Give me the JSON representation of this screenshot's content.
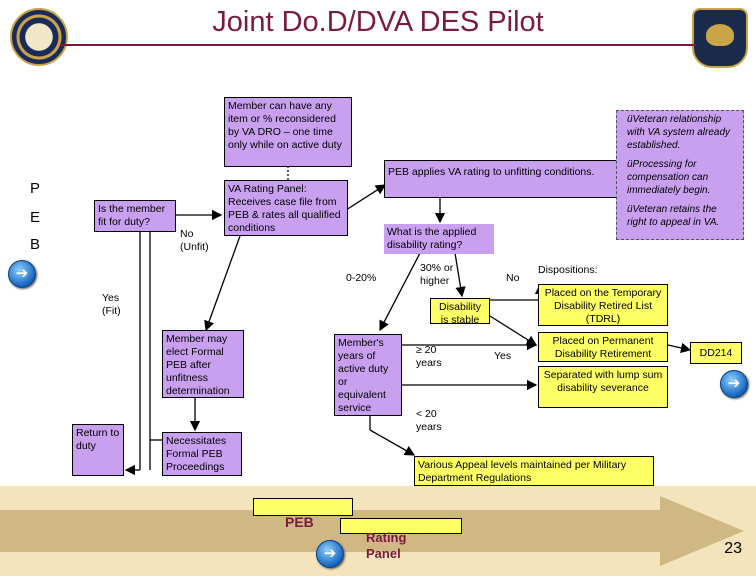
{
  "title": "Joint Do.D/DVA DES Pilot",
  "peb_letters": [
    "P",
    "E",
    "B"
  ],
  "boxes": {
    "reconsider": "Member can have any item or % reconsidered by VA DRO – one time only while on active duty",
    "rating_panel": "VA Rating Panel: Receives case file from PEB & rates all qualified conditions",
    "peb_applies": "PEB applies VA rating to unfitting conditions.",
    "what_rating": "What is the applied disability rating?",
    "is_member_fit": "Is the member fit for duty?",
    "elect_formal": "Member may elect Formal PEB after unfitness determination",
    "necessitates": "Necessitates Formal PEB Proceedings",
    "return_duty": "Return to duty",
    "years_service": "Member's years of active duty or equivalent service",
    "disability_stable": "Disability is stable",
    "tdrl": "Placed on the Temporary Disability Retired List (TDRL)",
    "permanent": "Placed on Permanent Disability Retirement",
    "separated": "Separated with lump sum disability severance",
    "dd214": "DD214",
    "appeal": "Various Appeal levels maintained per Military Department Regulations"
  },
  "labels": {
    "no_unfit": "No (Unfit)",
    "yes_fit": "Yes (Fit)",
    "pct_0_20": "0-20%",
    "pct_30_higher": "30% or higher",
    "no": "No",
    "yes": "Yes",
    "ge_20_years": "≥ 20 years",
    "lt_20_years": "< 20 years",
    "dispositions": "Dispositions:"
  },
  "veteran_notes": [
    "üVeteran relationship with VA system already established.",
    "üProcessing for compensation can immediately begin.",
    "üVeteran retains the right to appeal in VA."
  ],
  "footer": {
    "peb": "PEB",
    "rating_panel": "Rating Panel",
    "page_number": "23"
  },
  "colors": {
    "title": "#7a1a3e",
    "lavender": "#c9a0f0",
    "yellow": "#ffff66",
    "band": "#f4e4bc",
    "arrow": "#c9b07a"
  },
  "icons": [
    "army-seal-icon",
    "dod-crest-icon",
    "nav-arrow-icon"
  ]
}
